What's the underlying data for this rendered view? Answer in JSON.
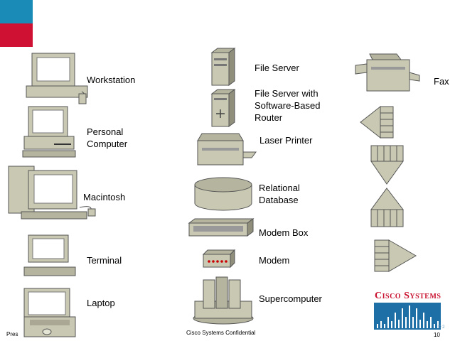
{
  "slide": {
    "colors": {
      "accent_top": "#1a8ab6",
      "accent_bottom": "#cf1133",
      "device": "#c9c9b3",
      "device_dark": "#8f8f7c",
      "logo_red": "#c8102e",
      "logo_blue": "#1d6fa5"
    },
    "footer": {
      "left": "Pres",
      "center": "Cisco Systems Confidential",
      "page": "10",
      "tiny": "© 2"
    },
    "logo": {
      "text": "Cisco Systems"
    },
    "labels": {
      "workstation": "Workstation",
      "personal_computer_1": "Personal",
      "personal_computer_2": "Computer",
      "macintosh": "Macintosh",
      "terminal": "Terminal",
      "laptop": "Laptop",
      "file_server": "File Server",
      "file_server_router_1": "File Server with",
      "file_server_router_2": "Software-Based",
      "file_server_router_3": "Router",
      "laser_printer": "Laser Printer",
      "relational_database_1": "Relational",
      "relational_database_2": "Database",
      "modem_box": "Modem Box",
      "modem": "Modem",
      "supercomputer": "Supercomputer",
      "fax": "Fax"
    }
  }
}
